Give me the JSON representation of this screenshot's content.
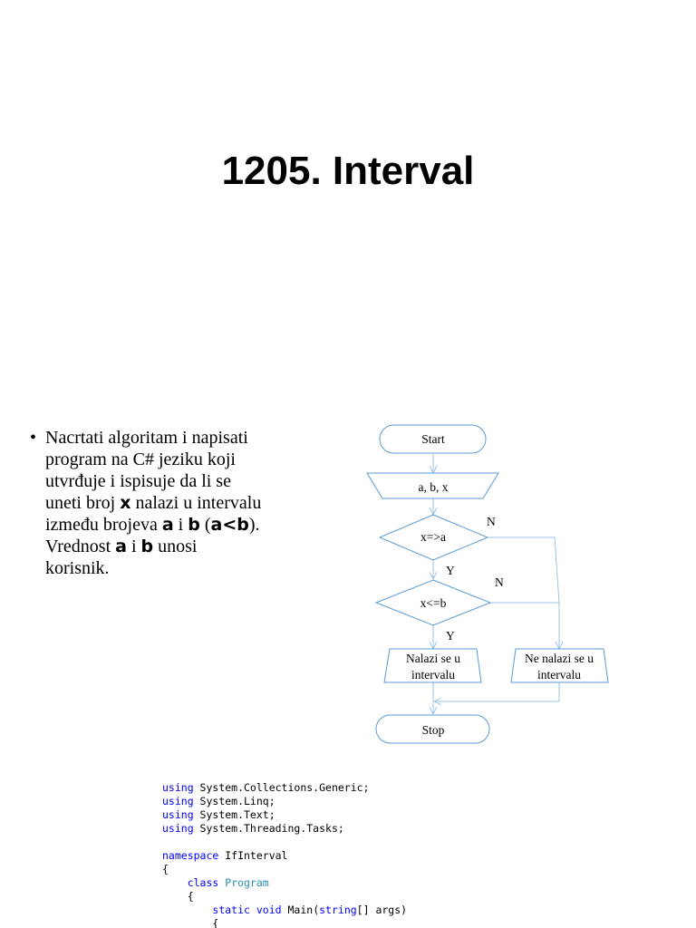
{
  "title": "1205. Interval",
  "bullet": {
    "marker": "•",
    "parts": {
      "t1": "Nacrtati algoritam i napisati program na C# jeziku koji utvrđuje i ispisuje da li se uneti broj ",
      "var_x": "x",
      "t2": " nalazi u intervalu između brojeva ",
      "var_a": "a",
      "t3": " i ",
      "var_b": "b",
      "t4": " (",
      "cond": "a<b",
      "t5": "). Vrednost ",
      "var_a2": "a",
      "t6": " i ",
      "var_b2": "b",
      "t7": " unosi korisnik."
    }
  },
  "flowchart": {
    "start": "Start",
    "input": "a, b, x",
    "decision1": "x=>a",
    "decision2": "x<=b",
    "yes_label": "Y",
    "no_label": "N",
    "inside_line1": "Nalazi se u",
    "inside_line2": "intervalu",
    "outside_line1": "Ne nalazi se u",
    "outside_line2": "intervalu",
    "stop": "Stop",
    "line_color": "#9dc3e6",
    "shape_stroke": "#5b9bd5"
  },
  "code": {
    "lines": [
      [
        {
          "t": "using",
          "c": "kw"
        },
        {
          "t": " System.Collections.Generic;"
        }
      ],
      [
        {
          "t": "using",
          "c": "kw"
        },
        {
          "t": " System.Linq;"
        }
      ],
      [
        {
          "t": "using",
          "c": "kw"
        },
        {
          "t": " System.Text;"
        }
      ],
      [
        {
          "t": "using",
          "c": "kw"
        },
        {
          "t": " System.Threading.Tasks;"
        }
      ],
      [],
      [
        {
          "t": "namespace",
          "c": "kw"
        },
        {
          "t": " IfInterval"
        }
      ],
      [
        {
          "t": "{"
        }
      ],
      [
        {
          "t": "    "
        },
        {
          "t": "class",
          "c": "kw"
        },
        {
          "t": " "
        },
        {
          "t": "Program",
          "c": "ty"
        }
      ],
      [
        {
          "t": "    {"
        }
      ],
      [
        {
          "t": "        "
        },
        {
          "t": "static",
          "c": "kw"
        },
        {
          "t": " "
        },
        {
          "t": "void",
          "c": "kw"
        },
        {
          "t": " Main("
        },
        {
          "t": "string",
          "c": "kw"
        },
        {
          "t": "[] args)"
        }
      ],
      [
        {
          "t": "        {"
        }
      ]
    ]
  }
}
